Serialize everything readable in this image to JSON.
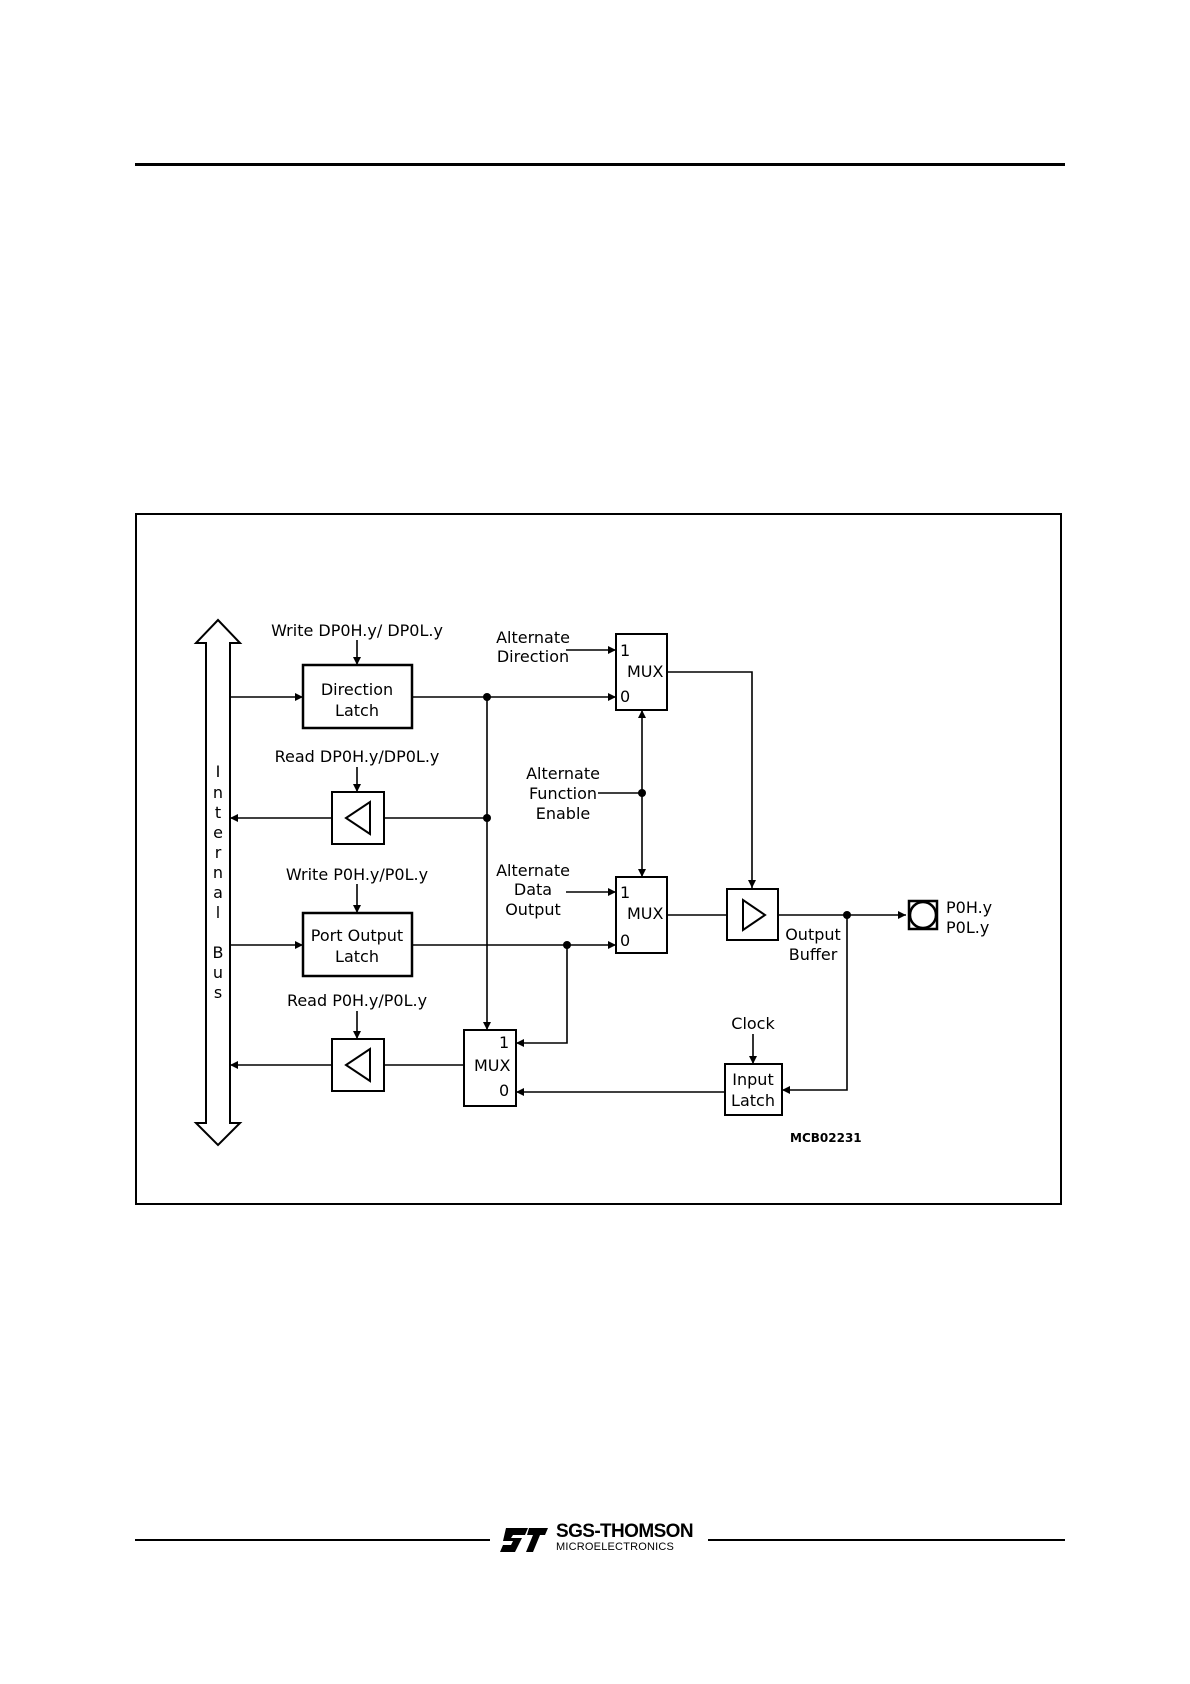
{
  "diagram": {
    "signals": {
      "write_dp": "Write DP0H.y/ DP0L.y",
      "read_dp": "Read DP0H.y/DP0L.y",
      "write_p": "Write P0H.y/P0L.y",
      "read_p": "Read P0H.y/P0L.y",
      "clock": "Clock"
    },
    "blocks": {
      "direction_latch": [
        "Direction",
        "Latch"
      ],
      "port_output_latch": [
        "Port Output",
        "Latch"
      ],
      "input_latch": [
        "Input",
        "Latch"
      ],
      "output_buffer": [
        "Output",
        "Buffer"
      ],
      "mux_label": "MUX",
      "mux_in1": "1",
      "mux_in0": "0"
    },
    "alternate": {
      "direction": [
        "Alternate",
        "Direction"
      ],
      "function_enable": [
        "Alternate",
        "Function",
        "Enable"
      ],
      "data_output": [
        "Alternate",
        "Data",
        "Output"
      ]
    },
    "internal_bus": [
      "I",
      "n",
      "t",
      "e",
      "r",
      "n",
      "a",
      "l",
      "",
      "B",
      "u",
      "s"
    ],
    "pin": [
      "P0H.y",
      "P0L.y"
    ],
    "figure_code": "MCB02231"
  },
  "logo": {
    "name": "SGS-THOMSON",
    "subtitle": "MICROELECTRONICS"
  }
}
